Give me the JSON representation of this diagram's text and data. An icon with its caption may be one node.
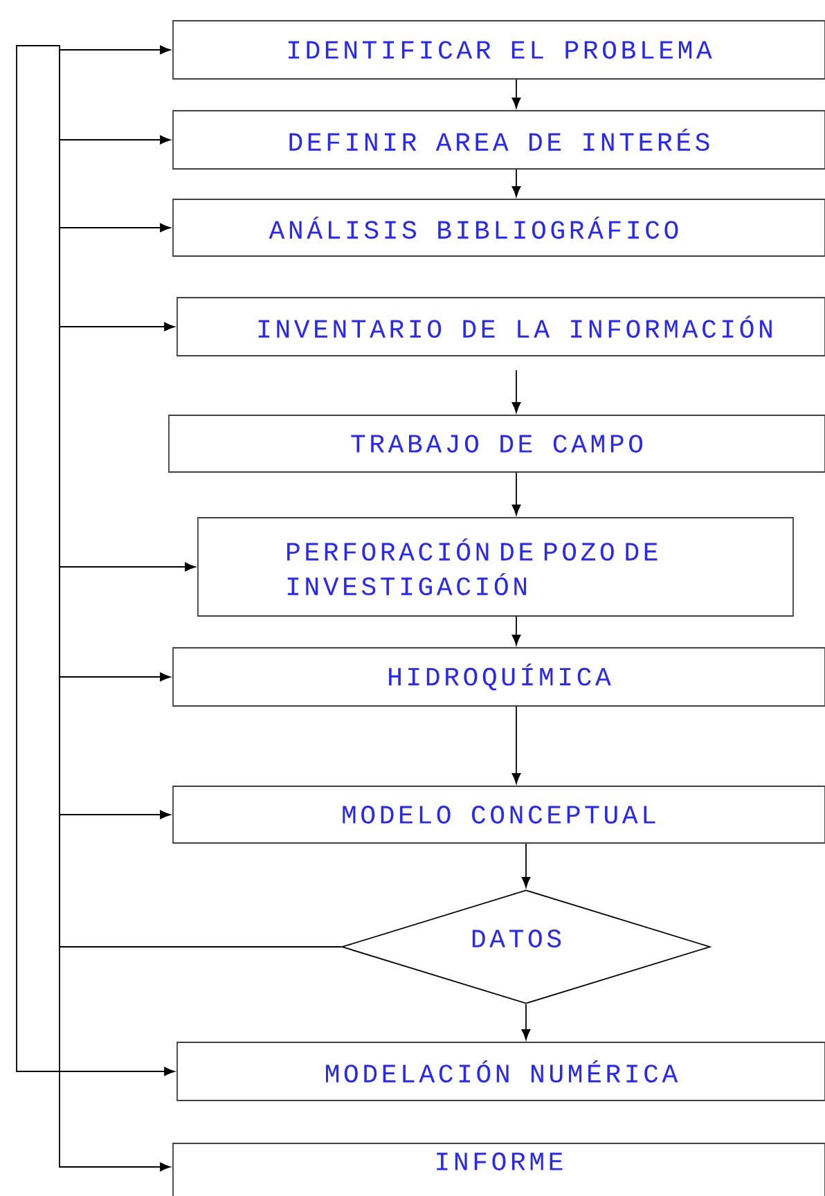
{
  "diagram": {
    "nodes": [
      {
        "text": [
          "IDENTIFICAR EL PROBLEMA"
        ]
      },
      {
        "text": [
          "DEFINIR AREA DE INTERÉS"
        ]
      },
      {
        "text": [
          "ANÁLISIS BIBLIOGRÁFICO"
        ]
      },
      {
        "text": [
          "INVENTARIO DE LA INFORMACIÓN"
        ]
      },
      {
        "text": [
          "TRABAJO DE CAMPO"
        ]
      },
      {
        "text": [
          "PERFORACIÓN DE POZO DE INVESTIGACIÓN"
        ]
      },
      {
        "text": [
          "HIDROQUÍMICA"
        ]
      },
      {
        "text": [
          "MODELO CONCEPTUAL"
        ]
      },
      {
        "text": [
          "DATOS"
        ]
      },
      {
        "text": [
          "MODELACIÓN NUMÉRICA"
        ]
      },
      {
        "text": [
          "INFORME"
        ]
      }
    ],
    "edges": [
      {
        "from": 0,
        "to": 1,
        "arrow": "to"
      },
      {
        "from": 1,
        "to": 2,
        "arrow": "to"
      },
      {
        "from": 3,
        "to": 4,
        "arrow": "to"
      },
      {
        "from": 4,
        "to": 5,
        "arrow": "to"
      },
      {
        "from": 5,
        "to": 6,
        "arrow": "to"
      },
      {
        "from": 6,
        "to": 7,
        "arrow": "to"
      },
      {
        "from": 7,
        "to": 8,
        "arrow": "to"
      },
      {
        "from": 8,
        "to": 9,
        "arrow": "to"
      },
      {
        "from": 8,
        "to": 0,
        "arrow": "to"
      },
      {
        "from": 8,
        "to": 1,
        "arrow": "to"
      },
      {
        "from": 8,
        "to": 2,
        "arrow": "to"
      },
      {
        "from": 8,
        "to": 3,
        "arrow": "to"
      },
      {
        "from": 8,
        "to": 5,
        "arrow": "to"
      },
      {
        "from": 8,
        "to": 6,
        "arrow": "to"
      },
      {
        "from": 8,
        "to": 7,
        "arrow": "to"
      },
      {
        "from": 8,
        "to": 9,
        "arrow": "to"
      },
      {
        "from": 8,
        "to": 10,
        "arrow": "to"
      }
    ]
  }
}
